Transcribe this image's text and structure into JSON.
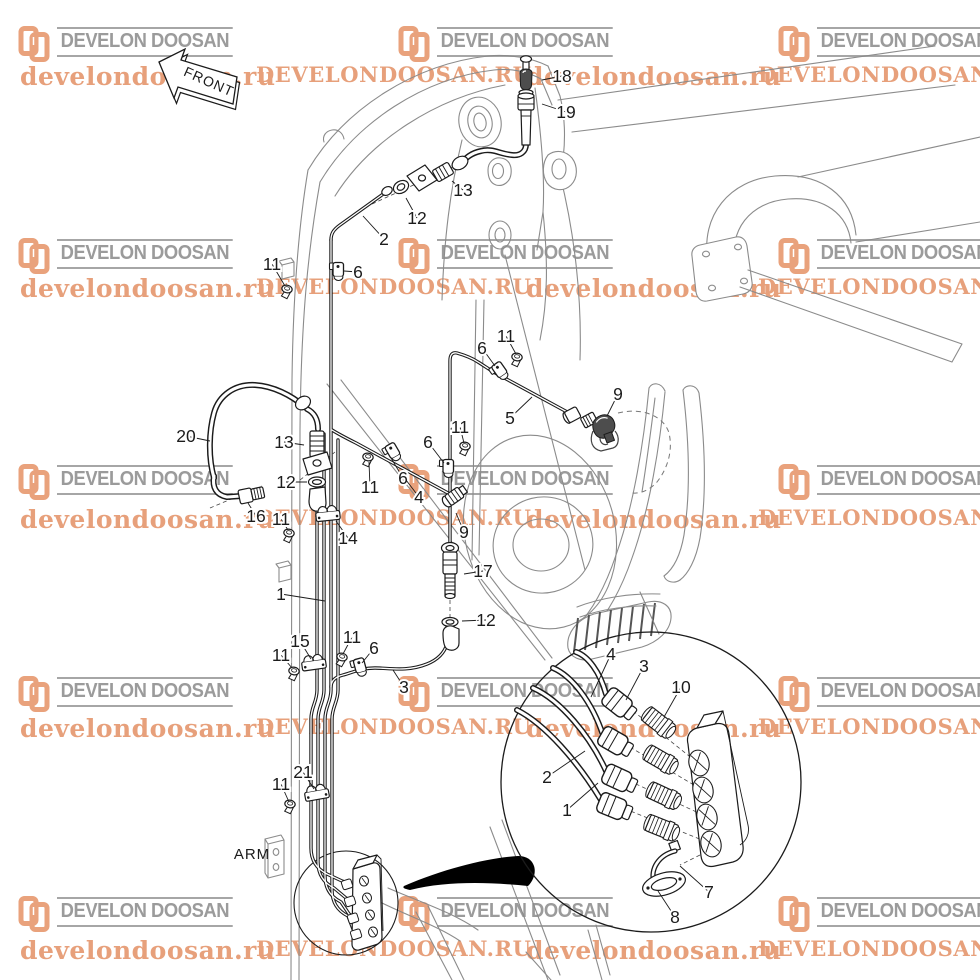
{
  "watermark": {
    "brand_logo_text": "DEVELON DOOSAN",
    "url_lowercase": "develondoosan.ru",
    "url_uppercase": "DEVELONDOOSAN.RU",
    "logo_orange": "#E9A27C",
    "logo_gray": "#9B9B9B",
    "url_color": "#E7A07B"
  },
  "diagram": {
    "front_label": "FRONT",
    "arm_label": "ARM",
    "callouts": [
      "18",
      "19",
      "13",
      "12",
      "2",
      "11",
      "6",
      "11",
      "6",
      "5",
      "9",
      "20",
      "13",
      "12",
      "16",
      "11",
      "14",
      "11",
      "6",
      "6",
      "11",
      "4",
      "9",
      "17",
      "1",
      "12",
      "15",
      "11",
      "11",
      "6",
      "3",
      "21",
      "11",
      "4",
      "3",
      "10",
      "2",
      "1",
      "7",
      "8"
    ]
  }
}
